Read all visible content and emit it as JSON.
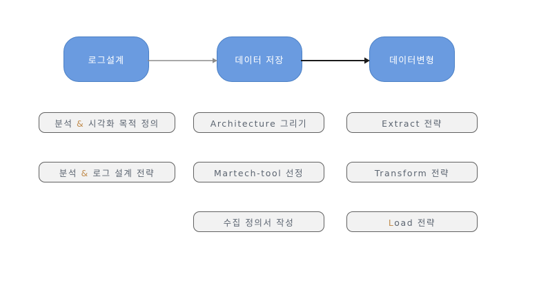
{
  "diagram": {
    "background": "#ffffff",
    "process_fill": "#6a9be0",
    "process_border": "#4a7fc4",
    "process_text_color": "#ffffff",
    "task_fill": "#f2f2f2",
    "task_border": "#5f5f5f",
    "task_text_color": "#5b6470",
    "accent_color": "#c08c4e",
    "arrow_colors": [
      "#8c8c8c",
      "#1a1a1a"
    ],
    "process_boxes": [
      {
        "label": "로그설계"
      },
      {
        "label": "데이터 저장"
      },
      {
        "label": "데이터변형"
      }
    ],
    "connectors": [
      {
        "from": "로그설계",
        "to": "데이터 저장",
        "color": "#8c8c8c",
        "width": 1.2
      },
      {
        "from": "데이터 저장",
        "to": "데이터변형",
        "color": "#1a1a1a",
        "width": 2
      }
    ],
    "columns": [
      {
        "parent": "로그설계",
        "tasks": [
          {
            "pre": "분석 ",
            "accent": "&",
            "post": " 시각화 목적 정의"
          },
          {
            "pre": "분석 ",
            "accent": "&",
            "post": " 로그 설계 전략"
          }
        ]
      },
      {
        "parent": "데이터 저장",
        "tasks": [
          {
            "pre": "Architecture 그리기",
            "accent": "",
            "post": ""
          },
          {
            "pre": "Martech-tool 선정",
            "accent": "",
            "post": ""
          },
          {
            "pre": "수집 정의서 작성",
            "accent": "",
            "post": ""
          }
        ]
      },
      {
        "parent": "데이터변형",
        "tasks": [
          {
            "pre": "Extract 전략",
            "accent": "",
            "post": ""
          },
          {
            "pre": "Transform 전략",
            "accent": "",
            "post": ""
          },
          {
            "pre": "",
            "accent": "L",
            "post": "oad 전략"
          }
        ]
      }
    ]
  }
}
